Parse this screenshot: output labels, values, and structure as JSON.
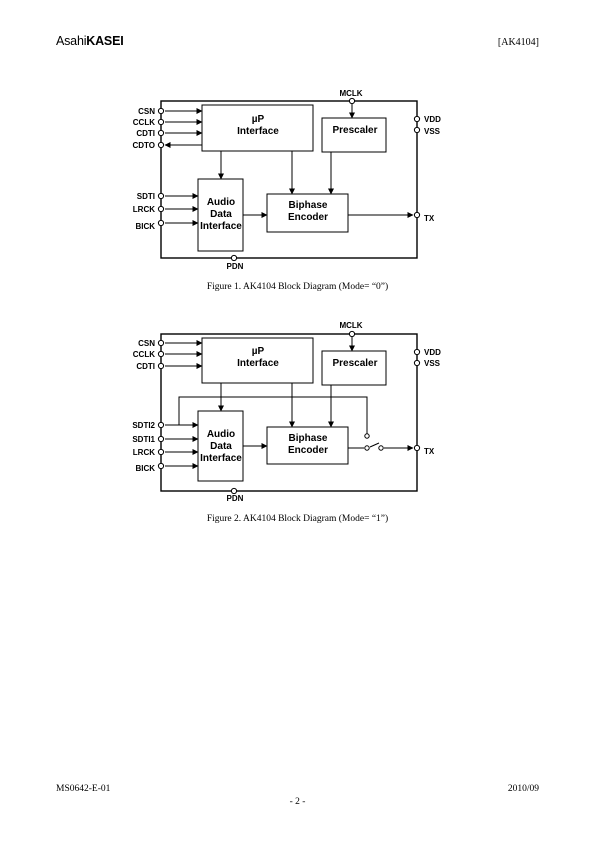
{
  "header": {
    "logo_light": "Asahi",
    "logo_bold": "KASEI",
    "doc_id": "[AK4104]"
  },
  "figure1": {
    "caption": "Figure 1. AK4104 Block Diagram (Mode= “0”)",
    "pins": {
      "mclk": "MCLK",
      "csn": "CSN",
      "cclk": "CCLK",
      "cdti": "CDTI",
      "cdto": "CDTO",
      "sdti": "SDTI",
      "lrck": "LRCK",
      "bick": "BICK",
      "vdd": "VDD",
      "vss": "VSS",
      "tx": "TX",
      "pdn": "PDN"
    },
    "blocks": {
      "up_line1": "µP",
      "up_line2": "Interface",
      "prescaler": "Prescaler",
      "adi_line1": "Audio",
      "adi_line2": "Data",
      "adi_line3": "Interface",
      "bip_line1": "Biphase",
      "bip_line2": "Encoder"
    }
  },
  "figure2": {
    "caption": "Figure 2. AK4104 Block Diagram (Mode= “1”)",
    "pins": {
      "mclk": "MCLK",
      "csn": "CSN",
      "cclk": "CCLK",
      "cdti": "CDTI",
      "sdti2": "SDTI2",
      "sdti1": "SDTI1",
      "lrck": "LRCK",
      "bick": "BICK",
      "vdd": "VDD",
      "vss": "VSS",
      "tx": "TX",
      "pdn": "PDN"
    },
    "blocks": {
      "up_line1": "µP",
      "up_line2": "Interface",
      "prescaler": "Prescaler",
      "adi_line1": "Audio",
      "adi_line2": "Data",
      "adi_line3": "Interface",
      "bip_line1": "Biphase",
      "bip_line2": "Encoder"
    }
  },
  "footer": {
    "doc_number": "MS0642-E-01",
    "date": "2010/09",
    "page": "- 2 -"
  }
}
